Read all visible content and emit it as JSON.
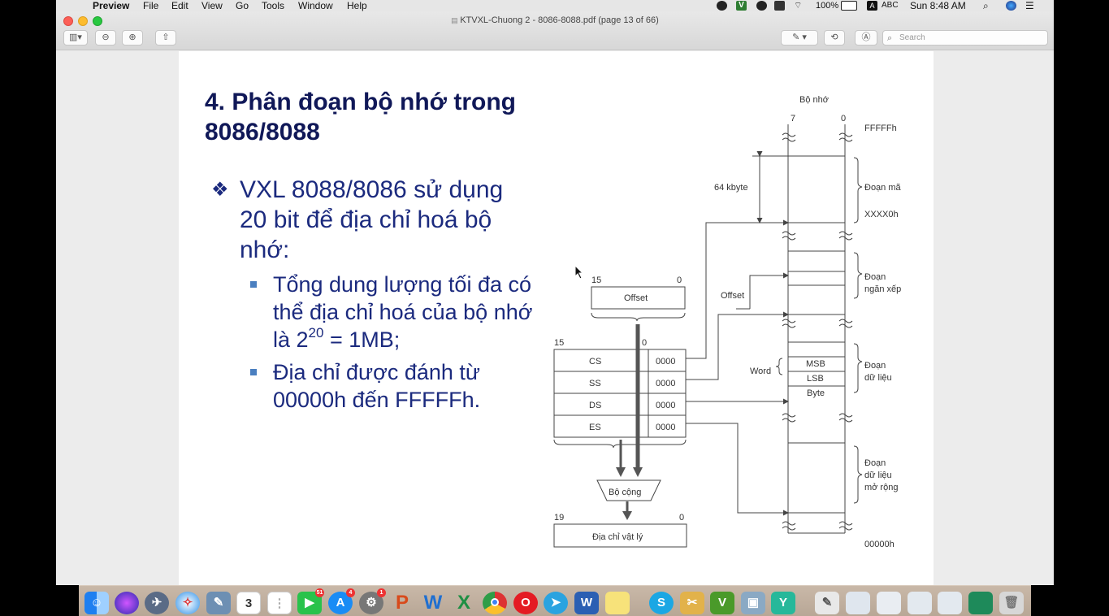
{
  "menubar": {
    "app_name": "Preview",
    "menus": [
      "File",
      "Edit",
      "View",
      "Go",
      "Tools",
      "Window",
      "Help"
    ],
    "battery": "100%",
    "input_source": "ABC",
    "clock": "Sun 8:48 AM"
  },
  "window": {
    "title": "KTVXL-Chuong 2 - 8086-8088.pdf (page 13 of 66)",
    "search_placeholder": "Search"
  },
  "slide": {
    "title_line1": "4. Phân đoạn bộ nhớ trong",
    "title_line2": "8086/8088",
    "bullet_marker": "❖",
    "bullet_main": "VXL 8088/8086 sử dụng 20 bit để địa chỉ hoá bộ nhớ:",
    "sub1_pre": "Tổng dung lượng tối đa có thể địa chỉ hoá của bộ nhớ là 2",
    "sub1_sup": "20",
    "sub1_post": " = 1MB;",
    "sub2": "Địa chỉ được đánh từ 00000h đến FFFFFh."
  },
  "diagram": {
    "mem_title": "Bộ nhớ",
    "bit7": "7",
    "bit0": "0",
    "top_addr": "FFFFFh",
    "bottom_addr": "00000h",
    "size_label": "64 kbyte",
    "code_seg": "Đoạn mã",
    "code_addr": "XXXX0h",
    "stack_seg_1": "Đoạn",
    "stack_seg_2": "ngăn xếp",
    "data_seg_1": "Đoạn",
    "data_seg_2": "dữ liệu",
    "extra_seg_1": "Đoạn",
    "extra_seg_2": "dữ liệu",
    "extra_seg_3": "mở rộng",
    "offset_label": "Offset",
    "word_label": "Word",
    "msb": "MSB",
    "lsb": "LSB",
    "byte": "Byte",
    "offset_box": "Offset",
    "offset_hi": "15",
    "offset_lo": "0",
    "reg_hi": "15",
    "reg_lo": "0",
    "regs": [
      "CS",
      "SS",
      "DS",
      "ES"
    ],
    "reg_zero": "0000",
    "adder": "Bộ cộng",
    "phys_hi": "19",
    "phys_lo": "0",
    "phys": "Địa chỉ vật lý"
  },
  "dock": {
    "calendar_day": "3",
    "badge_facetime": "51",
    "badge_appstore": "4",
    "badge_prefs": "1"
  }
}
